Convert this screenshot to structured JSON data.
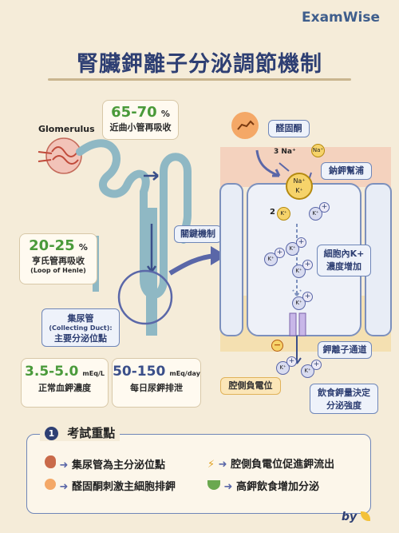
{
  "brand": "ExamWise",
  "title": "腎臟鉀離子分泌調節機制",
  "nephron": {
    "glomerulus": "Glomerulus",
    "pct_label": {
      "value": "65-70",
      "unit": "%",
      "desc": "近曲小管再吸收"
    },
    "loop_label": {
      "value": "20-25",
      "unit": "%",
      "desc": "亨氏管再吸收",
      "sub": "(Loop of Henle)"
    },
    "collecting": {
      "title": "集尿管",
      "sub": "(Collecting Duct):",
      "desc": "主要分泌位點"
    }
  },
  "key_mechanism": "關鍵機制",
  "stats": {
    "serum": {
      "value": "3.5-5.0",
      "unit": "mEq/L",
      "desc": "正常血鉀濃度"
    },
    "urine": {
      "value": "50-150",
      "unit": "mEq/day",
      "desc": "每日尿鉀排泄"
    }
  },
  "cell": {
    "aldosterone": "醛固酮",
    "na_label": "3 Na⁺",
    "k_label": "2",
    "pump": "鈉鉀幫浦",
    "k_increase": [
      "細胞內K+",
      "濃度增加"
    ],
    "channel": "鉀離子通道",
    "lumen": "腔側負電位",
    "diet": [
      "飲食鉀量決定",
      "分泌強度"
    ],
    "ion_na": "Na⁺",
    "ion_k": "K⁺",
    "ion_minus": "−",
    "ion_plus": "+"
  },
  "exam": {
    "num": "1",
    "title": "考試重點",
    "items": [
      {
        "icon": "kidney-icon",
        "text": "集尿管為主分泌位點"
      },
      {
        "icon": "lightning-icon",
        "text": "腔側負電位促進鉀流出"
      },
      {
        "icon": "molecule-icon",
        "text": "醛固酮刺激主細胞排鉀"
      },
      {
        "icon": "salad-icon",
        "text": "高鉀飲食增加分泌"
      }
    ]
  },
  "signature": "by"
}
